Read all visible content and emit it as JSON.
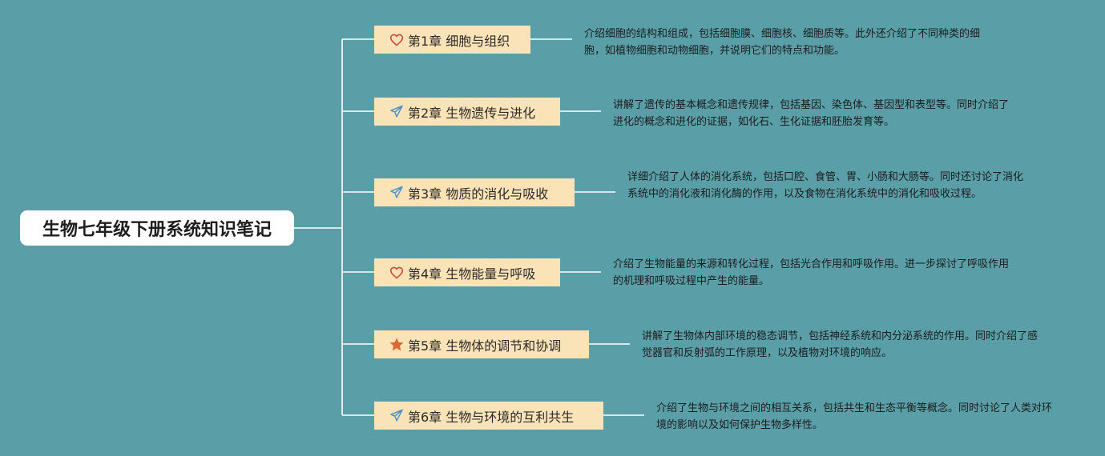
{
  "colors": {
    "background": "#5a9ea8",
    "line": "#ffffff",
    "chapter_fill": "#fbe3b8",
    "heart_icon": "#d8423a",
    "plane_icon": "#4a90c6",
    "star_icon": "#e0672c"
  },
  "root": {
    "title": "生物七年级下册系统知识笔记"
  },
  "chapters": [
    {
      "icon": "heart-icon",
      "label": "第1章 细胞与组织",
      "description": "介绍细胞的结构和组成，包括细胞膜、细胞核、细胞质等。此外还介绍了不同种类的细胞，如植物细胞和动物细胞，并说明它们的特点和功能。"
    },
    {
      "icon": "paper-plane-icon",
      "label": "第2章 生物遗传与进化",
      "description": "讲解了遗传的基本概念和遗传规律，包括基因、染色体、基因型和表型等。同时介绍了进化的概念和进化的证据，如化石、生化证据和胚胎发育等。"
    },
    {
      "icon": "paper-plane-icon",
      "label": "第3章 物质的消化与吸收",
      "description": "详细介绍了人体的消化系统，包括口腔、食管、胃、小肠和大肠等。同时还讨论了消化系统中的消化液和消化酶的作用，以及食物在消化系统中的消化和吸收过程。"
    },
    {
      "icon": "heart-icon",
      "label": "第4章 生物能量与呼吸",
      "description": "介绍了生物能量的来源和转化过程，包括光合作用和呼吸作用。进一步探讨了呼吸作用的机理和呼吸过程中产生的能量。"
    },
    {
      "icon": "star-icon",
      "label": "第5章 生物体的调节和协调",
      "description": "讲解了生物体内部环境的稳态调节，包括神经系统和内分泌系统的作用。同时介绍了感觉器官和反射弧的工作原理，以及植物对环境的响应。"
    },
    {
      "icon": "paper-plane-icon",
      "label": "第6章 生物与环境的互利共生",
      "description": "介绍了生物与环境之间的相互关系，包括共生和生态平衡等概念。同时讨论了人类对环境的影响以及如何保护生物多样性。"
    }
  ]
}
